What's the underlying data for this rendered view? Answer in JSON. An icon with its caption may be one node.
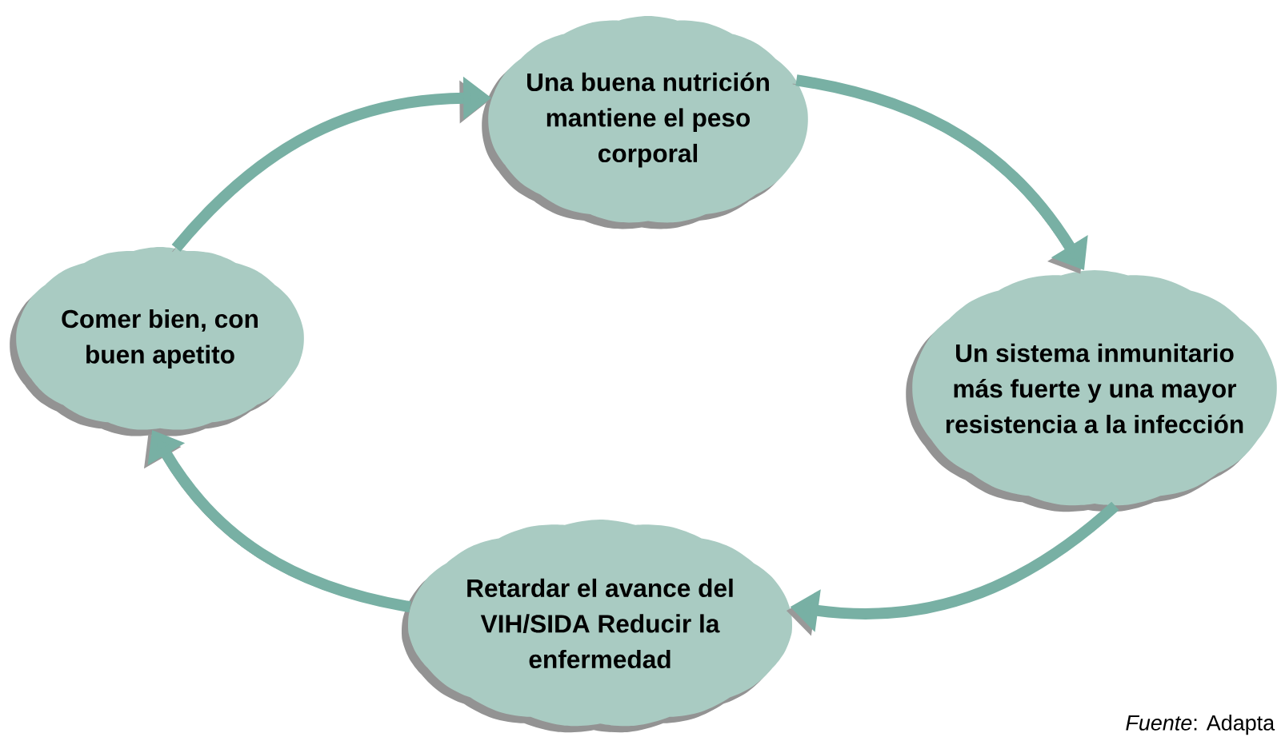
{
  "diagram": {
    "nodes": [
      {
        "text": [
          "Una buena nutrición mantiene el peso corporal"
        ]
      },
      {
        "text": [
          "Un sistema inmunitario más fuerte y una mayor resistencia a la infección"
        ]
      },
      {
        "text": [
          "Retardar el avance del VIH/SIDA Reducir la enfermedad"
        ]
      },
      {
        "text": [
          "Comer bien, con buen apetito"
        ]
      }
    ],
    "edges": [
      {
        "from": 0,
        "to": 1,
        "arrow": "to"
      },
      {
        "from": 1,
        "to": 2,
        "arrow": "to"
      },
      {
        "from": 2,
        "to": 3,
        "arrow": "to"
      },
      {
        "from": 3,
        "to": 0,
        "arrow": "to"
      }
    ],
    "labels": [
      "*Fuente*: Adapta"
    ]
  }
}
